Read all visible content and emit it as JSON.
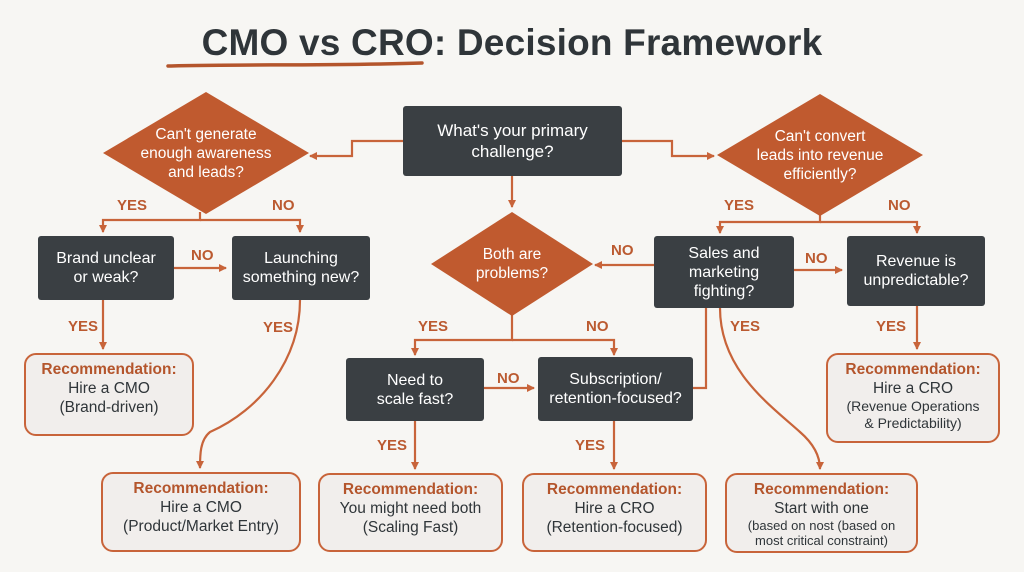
{
  "title": "CMO vs CRO: Decision Framework",
  "colors": {
    "accent": "#c8643a",
    "dark_box": "#3a3f43",
    "background": "#f7f6f3"
  },
  "start": {
    "text": "What's your primary\nchallenge?"
  },
  "q_awareness": {
    "text": "Can't generate\nenough awareness\nand leads?"
  },
  "q_convert": {
    "text": "Can't convert\nleads into revenue\nefficiently?"
  },
  "q_both": {
    "text": "Both are\nproblems?"
  },
  "brand_unclear": {
    "text": "Brand unclear\nor weak?"
  },
  "launching_new": {
    "text": "Launching\nsomething new?"
  },
  "need_scale": {
    "text": "Need to\nscale fast?"
  },
  "subscription": {
    "text": "Subscription/\nretention-focused?"
  },
  "sales_marketing": {
    "text": "Sales and\nmarketing\nfighting?"
  },
  "revenue_unpredictable": {
    "text": "Revenue is\nunpredictable?"
  },
  "recommendations": {
    "cmo_brand": {
      "heading": "Recommendation:",
      "body": "Hire a CMO\n(Brand-driven)"
    },
    "cmo_product": {
      "heading": "Recommendation:",
      "body": "Hire a CMO\n(Product/Market Entry)"
    },
    "both": {
      "heading": "Recommendation:",
      "body": "You might need both\n(Scaling Fast)"
    },
    "cro_retention": {
      "heading": "Recommendation:",
      "body": "Hire a CRO\n(Retention-focused)"
    },
    "start_one": {
      "heading": "Recommendation:",
      "body": "Start with one",
      "note": "(based on nost (based on\nmost critical constraint)"
    },
    "cro_revops": {
      "heading": "Recommendation:",
      "body": "Hire a CRO",
      "note": "(Revenue Operations\n& Predictability)"
    }
  },
  "labels": {
    "yes": "YES",
    "no": "NO"
  }
}
